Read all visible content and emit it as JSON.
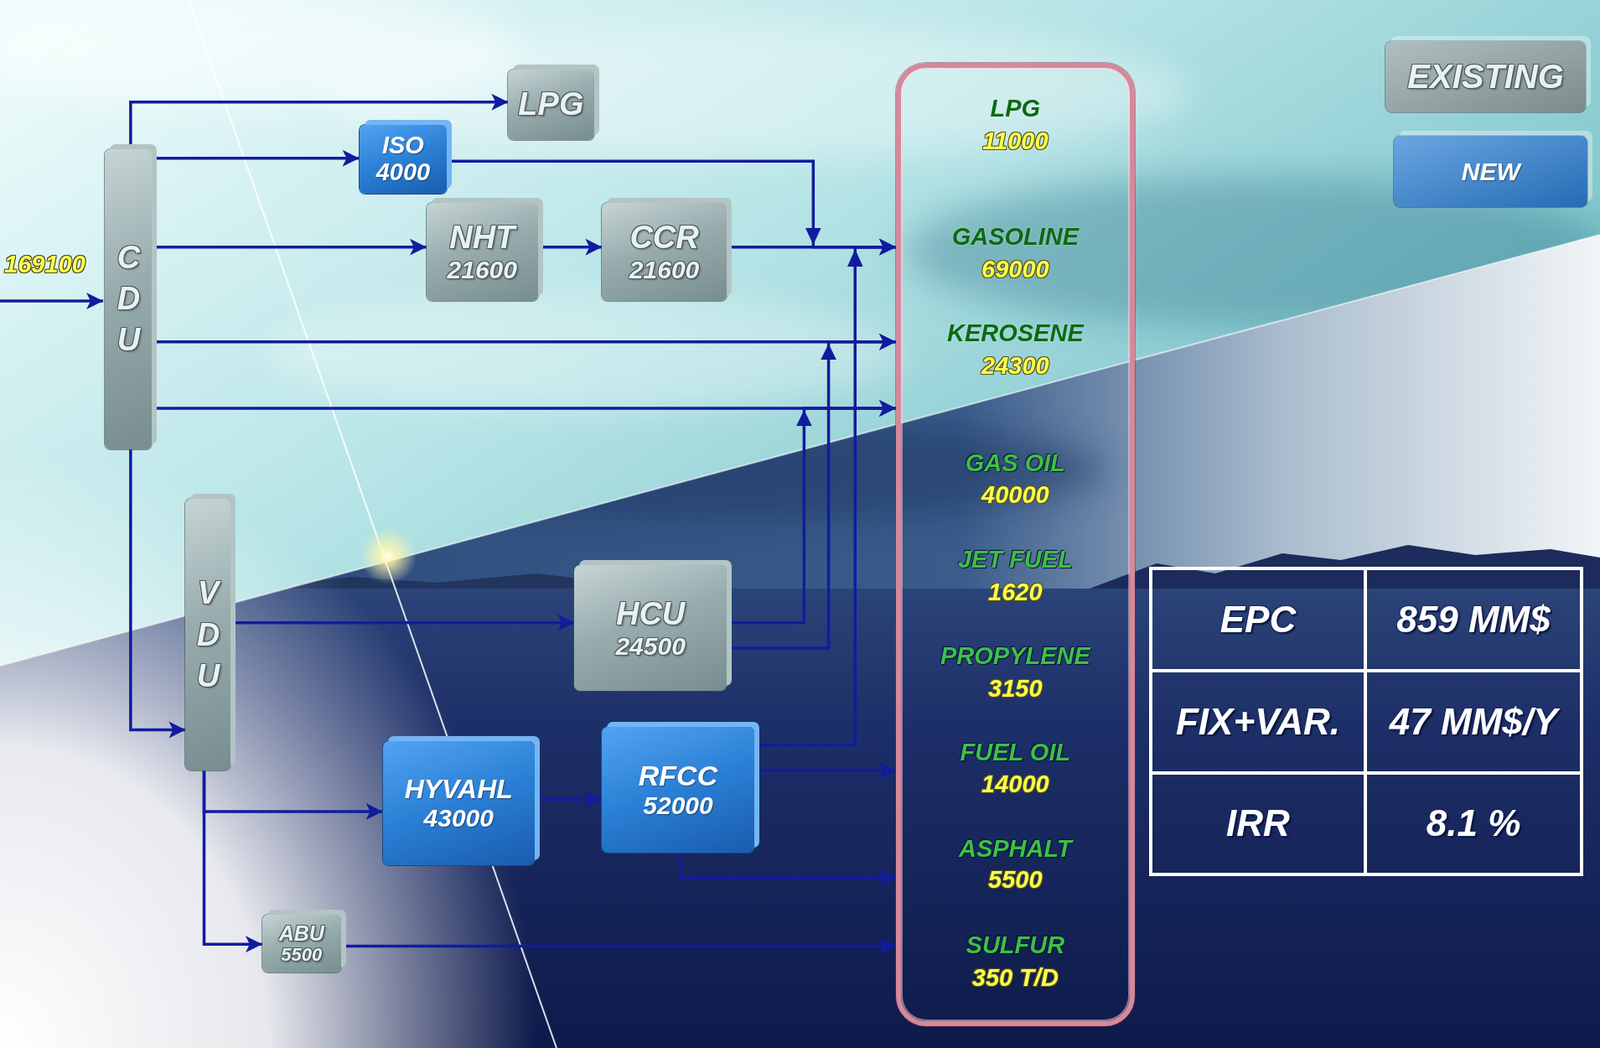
{
  "diagram": {
    "nodes": [
      {
        "text": [
          "CDU"
        ]
      },
      {
        "text": [
          "LPG"
        ]
      },
      {
        "text": [
          "ISO",
          "4000"
        ]
      },
      {
        "text": [
          "NHT",
          "21600"
        ]
      },
      {
        "text": [
          "CCR",
          "21600"
        ]
      },
      {
        "text": [
          "VDU"
        ]
      },
      {
        "text": [
          "HCU",
          "24500"
        ]
      },
      {
        "text": [
          "HYVAHL",
          "43000"
        ]
      },
      {
        "text": [
          "RFCC",
          "52000"
        ]
      },
      {
        "text": [
          "ABU",
          "5500"
        ]
      },
      {
        "text": [
          "LPG",
          "11000",
          "GASOLINE",
          "69000",
          "KEROSENE",
          "24300",
          "GAS OIL",
          "40000",
          "JET FUEL",
          "1620",
          "PROPYLENE",
          "3150",
          "FUEL OIL",
          "14000",
          "ASPHALT",
          "5500",
          "SULFUR",
          "350 T/D"
        ]
      }
    ],
    "edges": [
      {
        "from": 0,
        "to": 1,
        "arrow": "to"
      },
      {
        "from": 0,
        "to": 2,
        "arrow": "to"
      },
      {
        "from": 2,
        "to": 10,
        "arrow": "to"
      },
      {
        "from": 0,
        "to": 3,
        "arrow": "to"
      },
      {
        "from": 3,
        "to": 4,
        "arrow": "to"
      },
      {
        "from": 4,
        "to": 10,
        "arrow": "to"
      },
      {
        "from": 0,
        "to": 10,
        "arrow": "to"
      },
      {
        "from": 0,
        "to": 10,
        "arrow": "to"
      },
      {
        "from": 0,
        "to": 5,
        "arrow": "to"
      },
      {
        "from": 5,
        "to": 6,
        "arrow": "to"
      },
      {
        "from": 6,
        "to": 10,
        "arrow": "to"
      },
      {
        "from": 6,
        "to": 10,
        "arrow": "to"
      },
      {
        "from": 5,
        "to": 7,
        "arrow": "to"
      },
      {
        "from": 7,
        "to": 8,
        "arrow": "to"
      },
      {
        "from": 8,
        "to": 10,
        "arrow": "to"
      },
      {
        "from": 8,
        "to": 10,
        "arrow": "to"
      },
      {
        "from": 8,
        "to": 10,
        "arrow": "to"
      },
      {
        "from": 5,
        "to": 9,
        "arrow": "to"
      },
      {
        "from": 9,
        "to": 10,
        "arrow": "to"
      }
    ],
    "labels": [
      "169100",
      "EPC",
      "859 MM$",
      "FIX+VAR.",
      "47 MM$/Y",
      "IRR",
      "8.1 %"
    ],
    "legend": [
      {
        "text": "EXISTING",
        "color": "#8fa3a5"
      },
      {
        "text": "NEW",
        "color": "#2b7fd4"
      }
    ]
  }
}
